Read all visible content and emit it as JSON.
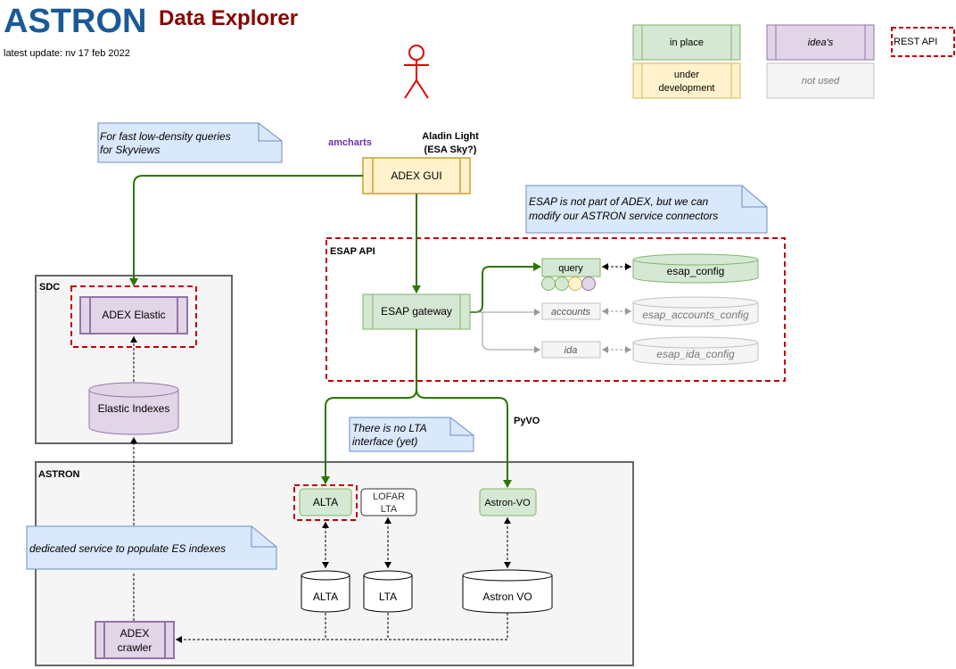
{
  "header": {
    "logo_text": "ASTRON",
    "title": "Data Explorer",
    "last_update": "latest update: nv  17 feb 2022"
  },
  "legend": {
    "in_place": "in place",
    "under_development_1": "under",
    "under_development_2": "development",
    "ideas": "idea's",
    "not_used": "not used",
    "rest_api": "REST API"
  },
  "notes": {
    "skyviews_1": "For fast low-density queries",
    "skyviews_2": "for Skyviews",
    "esap_1": "ESAP is not part of ADEX, but we can",
    "esap_2": "modify our ASTRON service connectors",
    "lta_1": "There is no LTA",
    "lta_2": "interface (yet)",
    "crawler_1": "dedicated service to populate ES indexes"
  },
  "labels": {
    "amcharts": "amcharts",
    "aladin_1": "Aladin Light",
    "aladin_2": "(ESA Sky?)",
    "adex_gui": "ADEX GUI",
    "esap_api": "ESAP API",
    "esap_gateway": "ESAP gateway",
    "query": "query",
    "accounts": "accounts",
    "ida": "ida",
    "esap_config": "esap_config",
    "esap_accounts_config": "esap_accounts_config",
    "esap_ida_config": "esap_ida_config",
    "sdc": "SDC",
    "adex_elastic": "ADEX Elastic",
    "elastic_indexes": "Elastic Indexes",
    "astron_group": "ASTRON",
    "pyvo": "PyVO",
    "alta": "ALTA",
    "lofar_lta_1": "LOFAR",
    "lofar_lta_2": "LTA",
    "astron_vo": "Astron-VO",
    "alta_db": "ALTA",
    "lta_db": "LTA",
    "astron_vo_db": "Astron VO",
    "adex_crawler_1": "ADEX",
    "adex_crawler_2": "crawler"
  },
  "colors": {
    "in_place_fill": "#d5e8d4",
    "in_place_stroke": "#82b366",
    "dev_fill": "#fff2cc",
    "dev_stroke": "#d6b656",
    "idea_fill": "#e1d5e7",
    "idea_stroke": "#9673a6",
    "unused_fill": "#f5f5f5",
    "unused_stroke": "#c0c0c0",
    "rest_api_stroke": "#c00000",
    "note_fill": "#dae8fc",
    "note_stroke": "#6c8ebf",
    "green_arrow": "#2d7600",
    "logo_blue": "#1a5a96",
    "title_red": "#8b0000",
    "purple_text": "#7030a0"
  }
}
